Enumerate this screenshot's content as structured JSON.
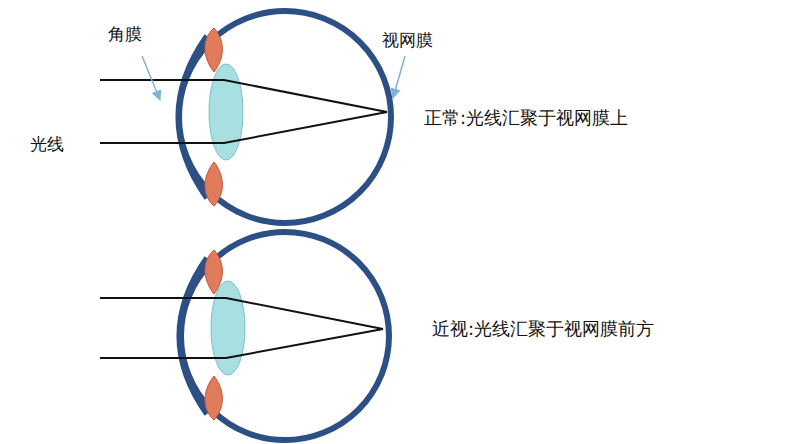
{
  "diagram": {
    "labels": [
      "角膜",
      "视网膜",
      "光线",
      "正常:光线汇聚于视网膜上",
      "近视:光线汇聚于视网膜前方"
    ]
  }
}
